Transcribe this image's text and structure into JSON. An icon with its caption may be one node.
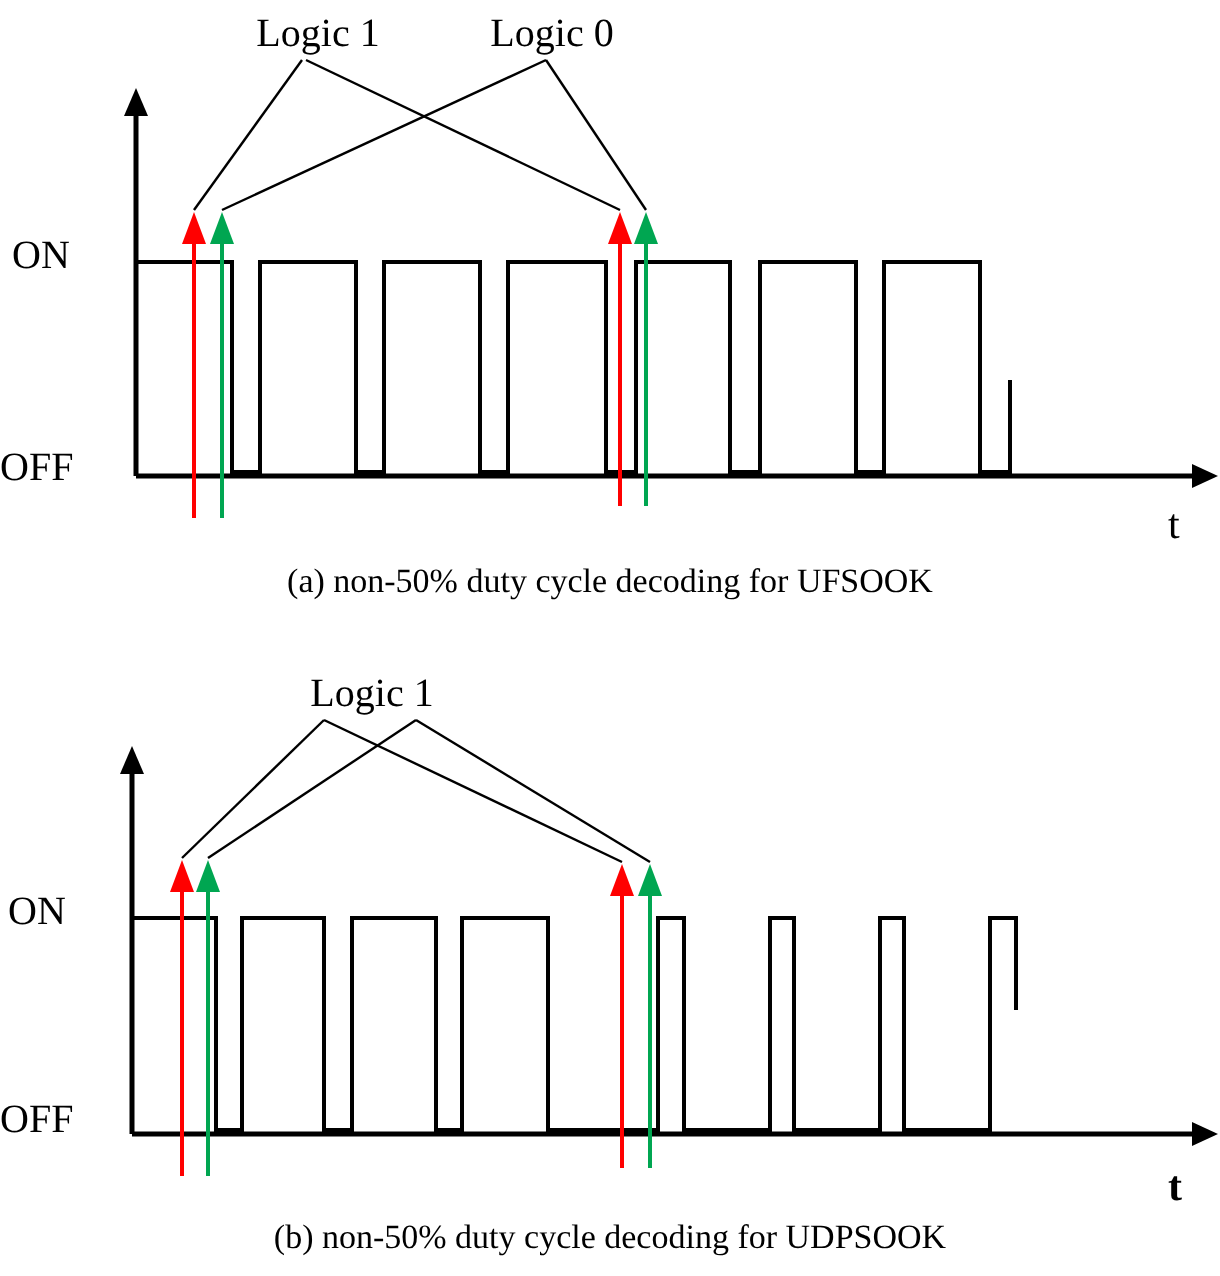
{
  "diagram": {
    "nodes": [
      {
        "text": [
          "Logic 1"
        ]
      },
      {
        "text": [
          "Logic 0"
        ]
      },
      {
        "text": [],
        "shape": "arrow"
      },
      {
        "text": [],
        "shape": "arrow"
      },
      {
        "text": [],
        "shape": "arrow"
      },
      {
        "text": [],
        "shape": "arrow"
      },
      {
        "text": [
          "Logic 1"
        ]
      },
      {
        "text": [],
        "shape": "arrow"
      },
      {
        "text": [],
        "shape": "arrow"
      },
      {
        "text": [],
        "shape": "arrow"
      },
      {
        "text": [],
        "shape": "arrow"
      }
    ],
    "edges": [
      {
        "from": 0,
        "to": 2,
        "arrow": "none"
      },
      {
        "from": 0,
        "to": 4,
        "arrow": "none"
      },
      {
        "from": 1,
        "to": 3,
        "arrow": "none"
      },
      {
        "from": 1,
        "to": 5,
        "arrow": "none"
      },
      {
        "from": 6,
        "to": 7,
        "arrow": "none"
      },
      {
        "from": 6,
        "to": 9,
        "arrow": "none"
      },
      {
        "from": 6,
        "to": 8,
        "arrow": "none"
      },
      {
        "from": 6,
        "to": 10,
        "arrow": "none"
      }
    ],
    "labels": [
      "ON",
      "OFF",
      "t",
      "(a) non-50% duty cycle decoding for UFSOOK",
      "ON",
      "OFF",
      "t",
      "(b) non-50% duty cycle decoding for UDPSOOK"
    ]
  }
}
